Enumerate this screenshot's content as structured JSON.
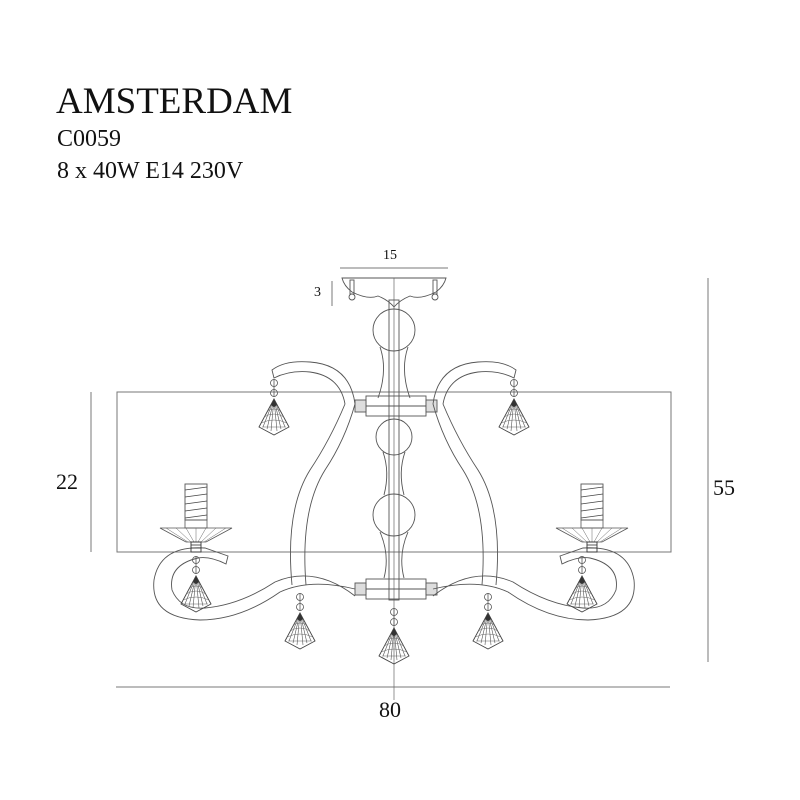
{
  "product": {
    "name": "AMSTERDAM",
    "code": "C0059",
    "spec": "8 x 40W E14 230V"
  },
  "dimensions": {
    "canopy_width": "15",
    "canopy_height": "3",
    "shade_height": "22",
    "total_height": "55",
    "total_width": "80"
  },
  "colors": {
    "line": "#555555",
    "dim_line": "#7a7a7a",
    "text": "#111111",
    "background": "#ffffff"
  },
  "components": {
    "arms": 8,
    "candle_sockets_visible": 2,
    "crystal_pendants_visible": 7,
    "stem_balls": 3
  }
}
